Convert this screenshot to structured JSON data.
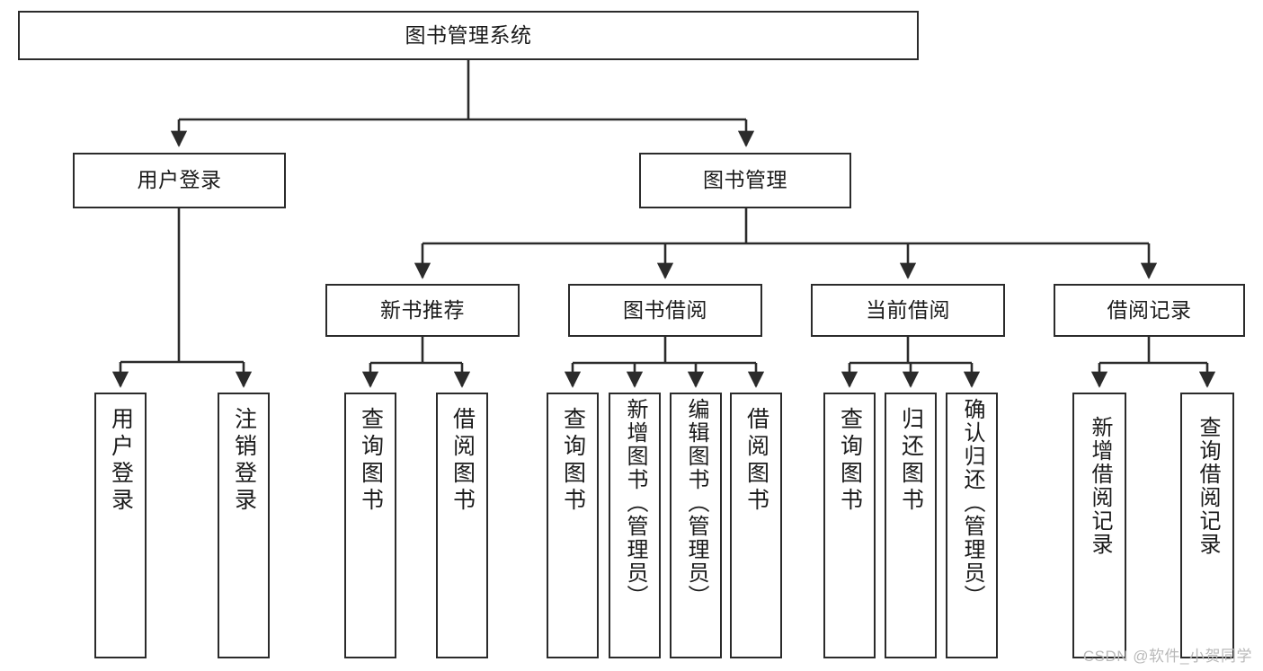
{
  "diagram": {
    "title": "图书管理系统",
    "type": "tree",
    "root": {
      "id": "root",
      "label": "图书管理系统"
    },
    "level2": [
      {
        "id": "user-login",
        "label": "用户登录"
      },
      {
        "id": "book-management",
        "label": "图书管理"
      }
    ],
    "level3": [
      {
        "id": "new-book-recommend",
        "label": "新书推荐",
        "parent": "book-management"
      },
      {
        "id": "book-borrow",
        "label": "图书借阅",
        "parent": "book-management"
      },
      {
        "id": "current-borrow",
        "label": "当前借阅",
        "parent": "book-management"
      },
      {
        "id": "borrow-record",
        "label": "借阅记录",
        "parent": "book-management"
      }
    ],
    "leaves": {
      "user-login": [
        {
          "id": "leaf-user-login",
          "label": "用户登录"
        },
        {
          "id": "leaf-logout",
          "label": "注销登录"
        }
      ],
      "new-book-recommend": [
        {
          "id": "leaf-query-book-1",
          "label": "查询图书"
        },
        {
          "id": "leaf-borrow-book-1",
          "label": "借阅图书"
        }
      ],
      "book-borrow": [
        {
          "id": "leaf-query-book-2",
          "label": "查询图书"
        },
        {
          "id": "leaf-add-book",
          "label": "新增图书（管理员）"
        },
        {
          "id": "leaf-edit-book",
          "label": "编辑图书（管理员）"
        },
        {
          "id": "leaf-borrow-book-2",
          "label": "借阅图书"
        }
      ],
      "current-borrow": [
        {
          "id": "leaf-query-book-3",
          "label": "查询图书"
        },
        {
          "id": "leaf-return-book",
          "label": "归还图书"
        },
        {
          "id": "leaf-confirm-return",
          "label": "确认归还（管理员）"
        }
      ],
      "borrow-record": [
        {
          "id": "leaf-add-record",
          "label": "新增借阅记录"
        },
        {
          "id": "leaf-query-record",
          "label": "查询借阅记录"
        }
      ]
    },
    "colors": {
      "stroke": "#2b2b2b",
      "fill": "#ffffff",
      "text": "#1b1b1b",
      "watermark": "#b9b9b9"
    }
  },
  "watermark": {
    "text": "CSDN @软件_小贺同学"
  }
}
